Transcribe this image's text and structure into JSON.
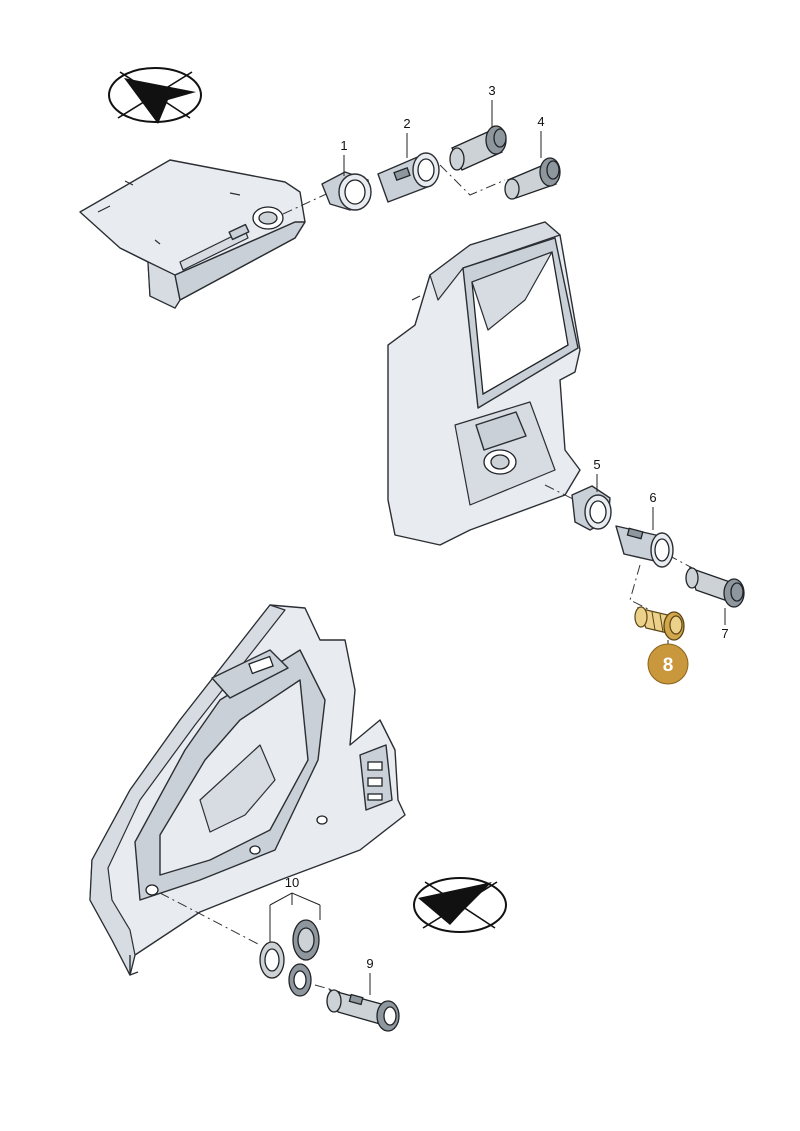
{
  "callouts": {
    "c1": "1",
    "c2": "2",
    "c3": "3",
    "c4": "4",
    "c5": "5",
    "c6": "6",
    "c7": "7",
    "c8": "8",
    "c9": "9",
    "c10": "10"
  },
  "highlight": {
    "part_number": "8",
    "color": "#c9973c"
  }
}
